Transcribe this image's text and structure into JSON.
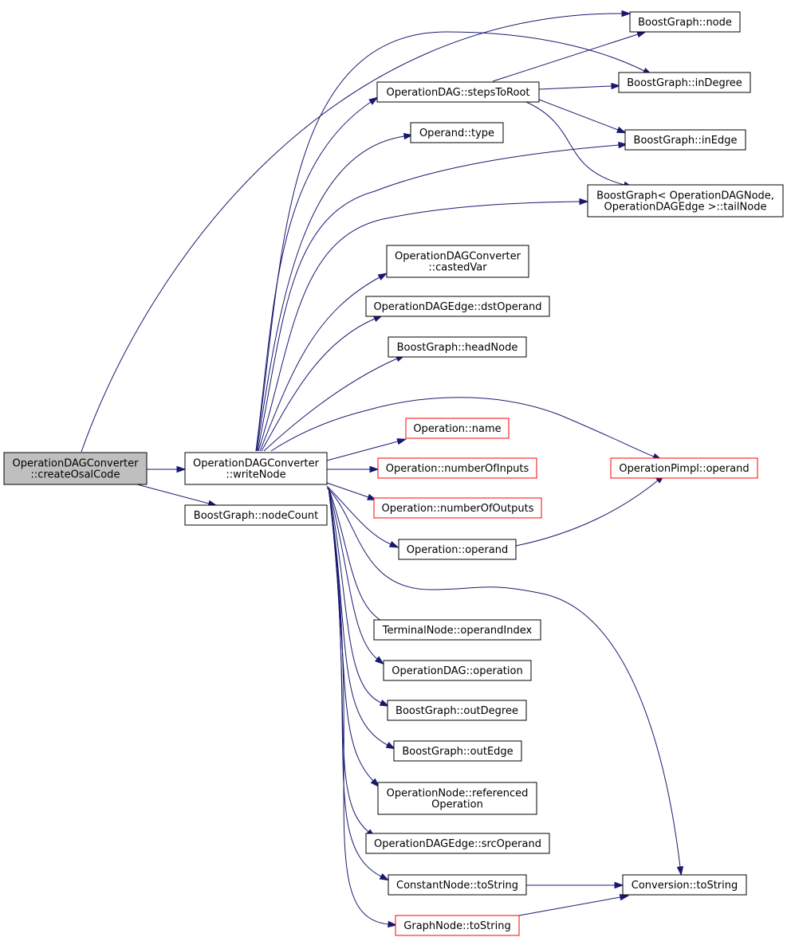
{
  "colors": {
    "edge": "#191970",
    "focus_fill": "#bfbfbf",
    "node_fill": "#ffffff",
    "node_border": "#000000",
    "incomplete_border": "#ff0000"
  },
  "nodes": {
    "createOsalCode": {
      "lines": [
        "OperationDAGConverter",
        "::createOsalCode"
      ],
      "style": "focus"
    },
    "writeNode": {
      "lines": [
        "OperationDAGConverter",
        "::writeNode"
      ],
      "style": "normal"
    },
    "nodeCount": {
      "lines": [
        "BoostGraph::nodeCount"
      ],
      "style": "normal"
    },
    "bgNode": {
      "lines": [
        "BoostGraph::node"
      ],
      "style": "normal"
    },
    "inDegree": {
      "lines": [
        "BoostGraph::inDegree"
      ],
      "style": "normal"
    },
    "stepsToRoot": {
      "lines": [
        "OperationDAG::stepsToRoot"
      ],
      "style": "normal"
    },
    "operandType": {
      "lines": [
        "Operand::type"
      ],
      "style": "normal"
    },
    "inEdge": {
      "lines": [
        "BoostGraph::inEdge"
      ],
      "style": "normal"
    },
    "tailNode": {
      "lines": [
        "BoostGraph< OperationDAGNode,",
        "OperationDAGEdge >::tailNode"
      ],
      "style": "normal"
    },
    "castedVar": {
      "lines": [
        "OperationDAGConverter",
        "::castedVar"
      ],
      "style": "normal"
    },
    "dstOperand": {
      "lines": [
        "OperationDAGEdge::dstOperand"
      ],
      "style": "normal"
    },
    "headNode": {
      "lines": [
        "BoostGraph::headNode"
      ],
      "style": "normal"
    },
    "opName": {
      "lines": [
        "Operation::name"
      ],
      "style": "incomplete"
    },
    "numInputs": {
      "lines": [
        "Operation::numberOfInputs"
      ],
      "style": "incomplete"
    },
    "numOutputs": {
      "lines": [
        "Operation::numberOfOutputs"
      ],
      "style": "incomplete"
    },
    "opOperand": {
      "lines": [
        "Operation::operand"
      ],
      "style": "normal"
    },
    "pimplOperand": {
      "lines": [
        "OperationPimpl::operand"
      ],
      "style": "incomplete"
    },
    "operandIndex": {
      "lines": [
        "TerminalNode::operandIndex"
      ],
      "style": "normal"
    },
    "dagOperation": {
      "lines": [
        "OperationDAG::operation"
      ],
      "style": "normal"
    },
    "outDegree": {
      "lines": [
        "BoostGraph::outDegree"
      ],
      "style": "normal"
    },
    "outEdge": {
      "lines": [
        "BoostGraph::outEdge"
      ],
      "style": "normal"
    },
    "refOperation": {
      "lines": [
        "OperationNode::referenced",
        "Operation"
      ],
      "style": "normal"
    },
    "srcOperand": {
      "lines": [
        "OperationDAGEdge::srcOperand"
      ],
      "style": "normal"
    },
    "constToString": {
      "lines": [
        "ConstantNode::toString"
      ],
      "style": "normal"
    },
    "convToString": {
      "lines": [
        "Conversion::toString"
      ],
      "style": "normal"
    },
    "graphToString": {
      "lines": [
        "GraphNode::toString"
      ],
      "style": "incomplete"
    }
  }
}
